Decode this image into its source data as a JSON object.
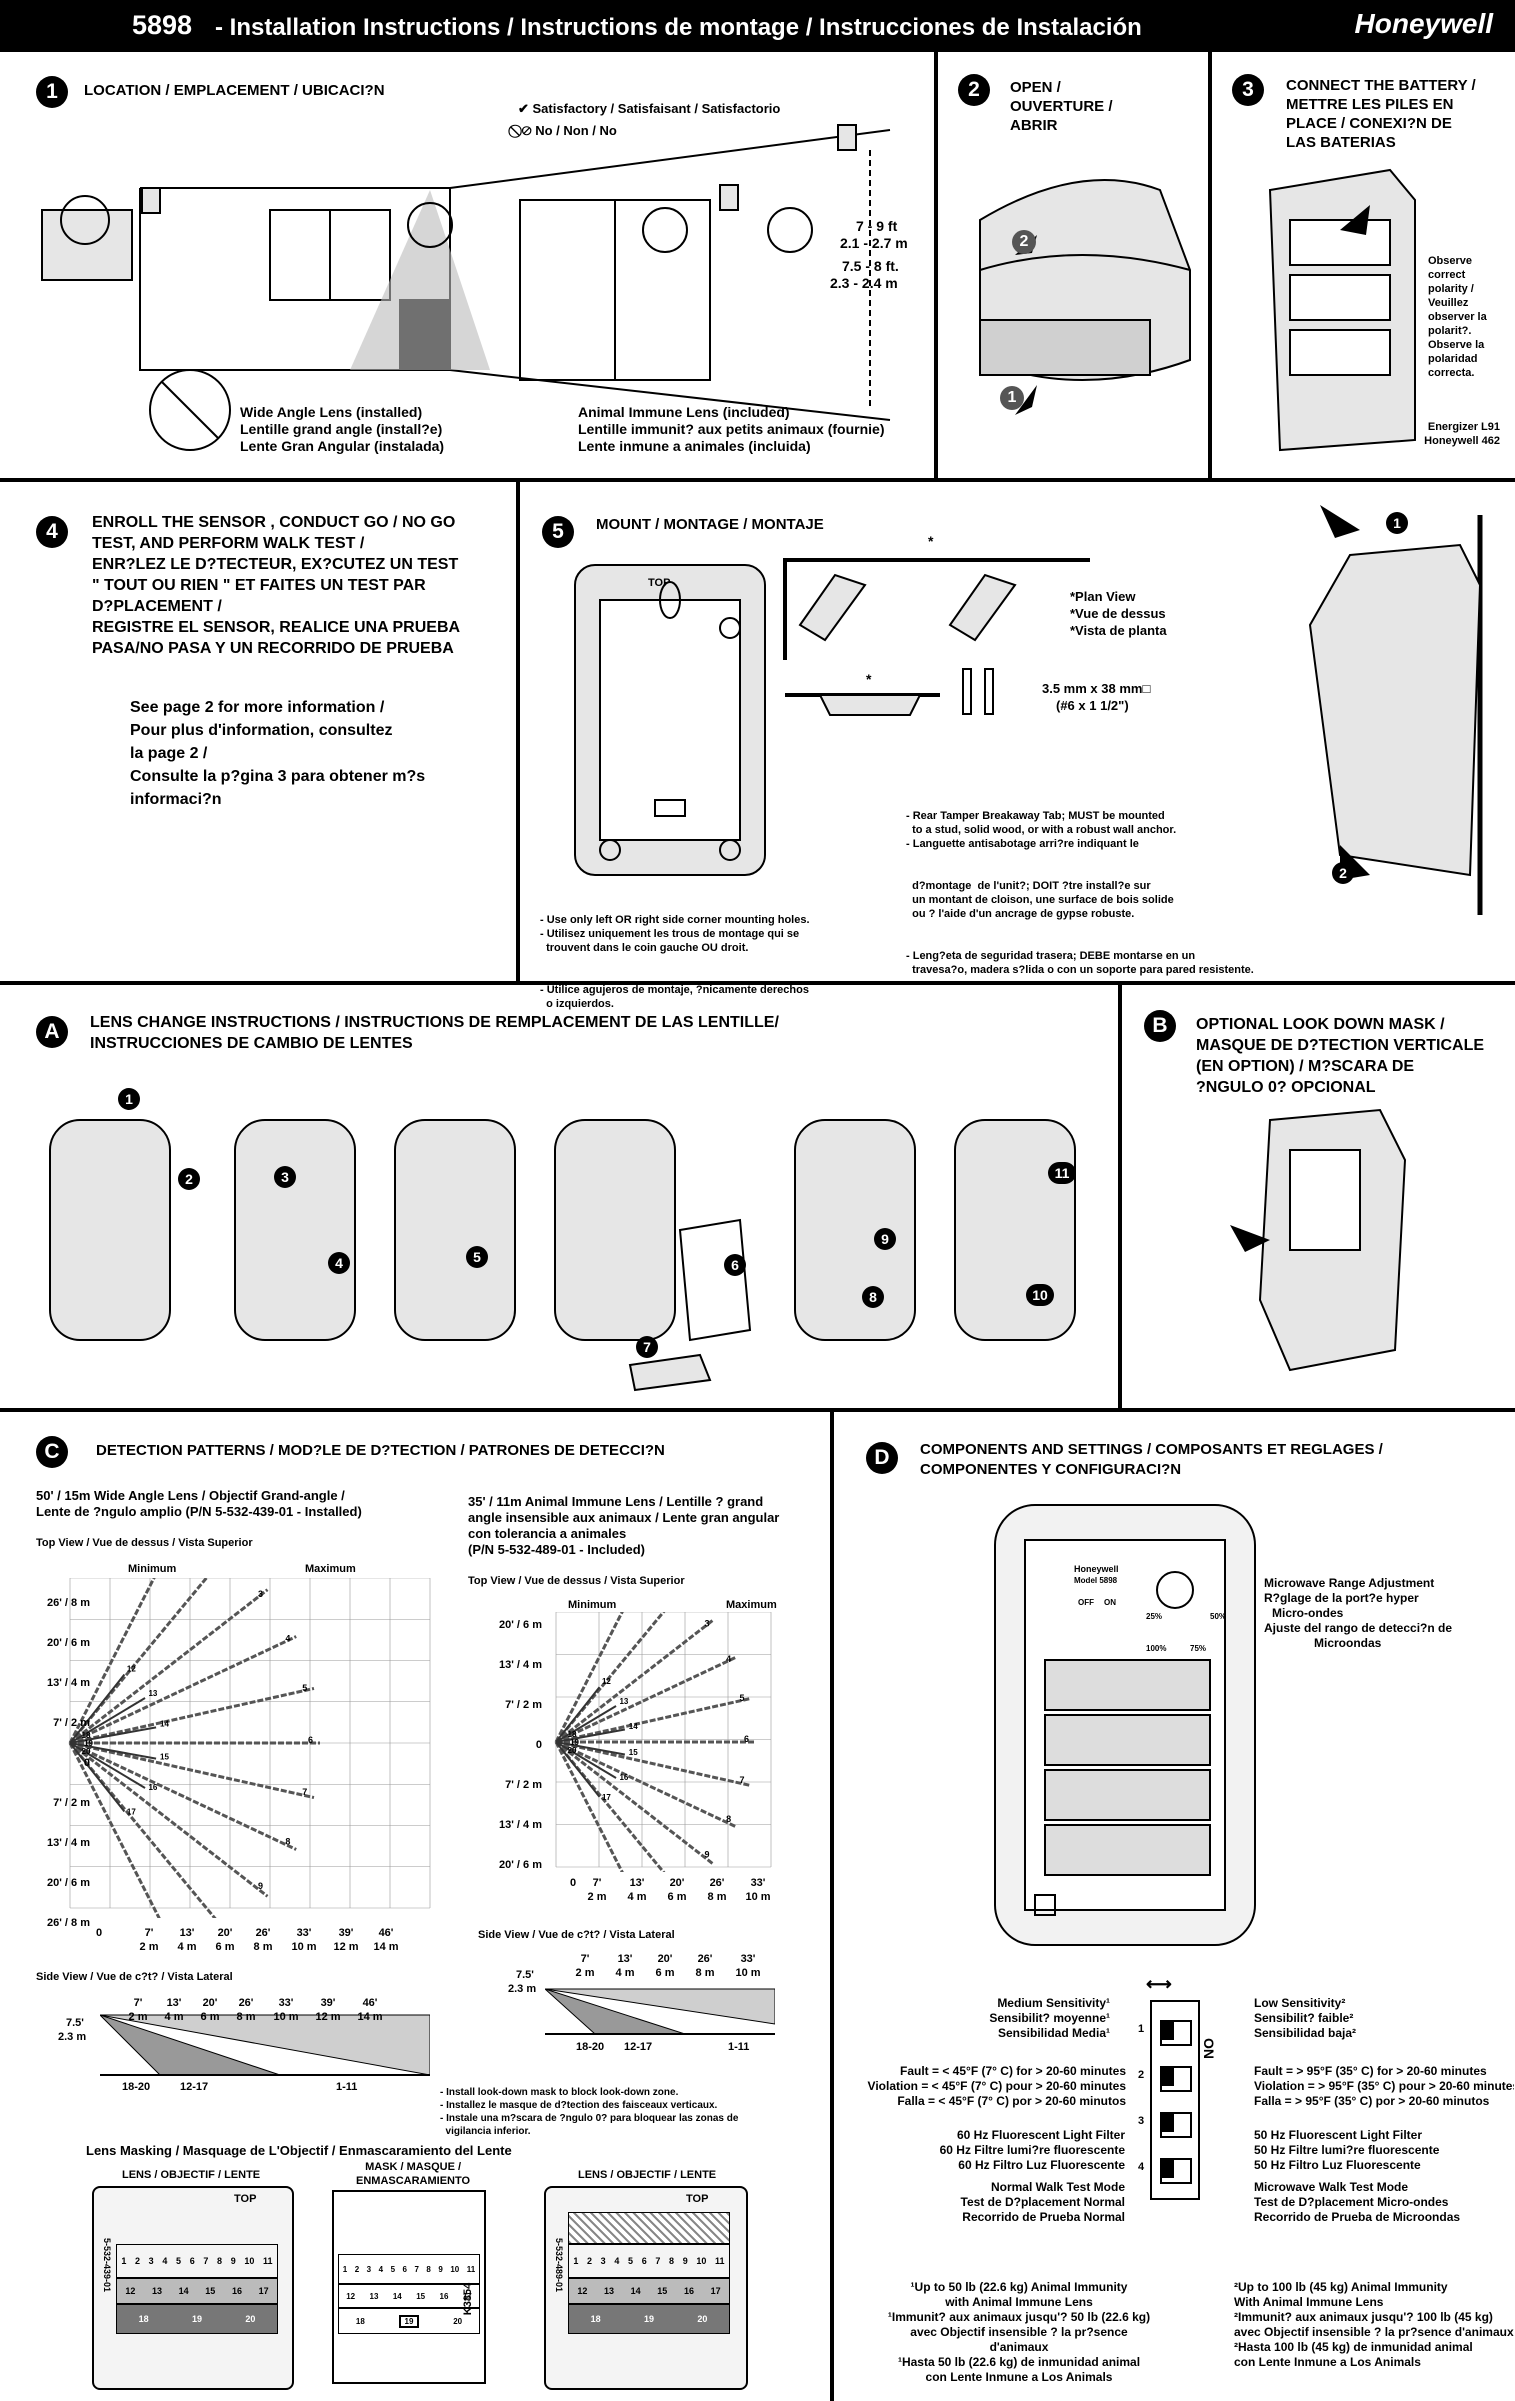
{
  "header": {
    "model": "5898",
    "title": "- Installation Instructions  /  Instructions de montage  /  Instrucciones de Instalación",
    "brand": "Honeywell"
  },
  "s1": {
    "num": "1",
    "title": "LOCATION / EMPLACEMENT / UBICACI?N",
    "legend_ok": "Satisfactory / Satisfaisant / Satisfactorio",
    "legend_no": "No / Non / No",
    "h1": "7 - 9 ft",
    "h1m": "2.1 - 2.7 m",
    "h2": "7.5 - 8 ft.",
    "h2m": "2.3 - 2.4 m",
    "wide": [
      "Wide Angle Lens (installed)",
      "Lentille grand angle (install?e)",
      "Lente Gran Angular (instalada)"
    ],
    "animal": [
      "Animal Immune Lens (included)",
      "Lentille immunit? aux petits animaux (fournie)",
      "Lente inmune a animales (incluida)"
    ]
  },
  "s2": {
    "num": "2",
    "title": [
      "OPEN /",
      "OUVERTURE /",
      "ABRIR"
    ],
    "a1": "1",
    "a2": "2"
  },
  "s3": {
    "num": "3",
    "title": [
      "CONNECT THE BATTERY /",
      "METTRE LES PILES EN",
      "PLACE / CONEXI?N DE",
      "LAS BATERIAS"
    ],
    "note": [
      "Observe",
      "correct",
      "polarity /",
      "Veuillez",
      "observer la",
      "polarit?.",
      "Observe la",
      "polaridad",
      "correcta."
    ],
    "battery": [
      "Energizer L91",
      "Honeywell 462"
    ]
  },
  "s4": {
    "num": "4",
    "title": [
      "ENROLL THE SENSOR , CONDUCT GO / NO GO",
      "TEST, AND PERFORM WALK TEST  /",
      "ENR?LEZ LE D?TECTEUR, EX?CUTEZ UN TEST",
      "\" TOUT OU RIEN \" ET FAITES UN TEST PAR",
      "D?PLACEMENT  /",
      "REGISTRE EL SENSOR, REALICE UNA PRUEBA",
      "PASA/NO PASA Y UN RECORRIDO DE PRUEBA"
    ],
    "see": [
      "See page 2 for more information /",
      "Pour plus d'information, consultez",
      "la page 2 /",
      "Consulte la p?gina 3 para obtener m?s",
      "informaci?n"
    ]
  },
  "s5": {
    "num": "5",
    "title": "MOUNT / MONTAGE / MONTAJE",
    "top": "TOP",
    "plan": [
      "*Plan View",
      "*Vue de dessus",
      "*Vista de planta"
    ],
    "screw": [
      "3.5 mm x 38 mm□",
      "(#6 x 1 1/2\")"
    ],
    "star": "*",
    "corner": [
      "- Use only left OR right side corner mounting holes.",
      "- Utilisez uniquement les trous de montage qui se",
      "  trouvent dans le coin gauche OU droit.",
      "- Utilice agujeros de montaje, ?nicamente derechos",
      "  o izquierdos."
    ],
    "tamper": [
      "- Rear Tamper Breakaway Tab; MUST be mounted",
      "  to a stud, solid wood, or with a robust wall anchor.",
      "- Languette antisabotage arri?re indiquant le",
      "  d?montage  de l'unit?; DOIT ?tre install?e sur",
      "  un montant de cloison, une surface de bois solide",
      "  ou ? l'aide d'un ancrage de gypse robuste.",
      "- Leng?eta de seguridad trasera; DEBE montarse en un",
      "  travesa?o, madera s?lida o con un soporte para pared resistente."
    ],
    "a1": "1",
    "a2": "2"
  },
  "sA": {
    "num": "A",
    "title": [
      "LENS CHANGE INSTRUCTIONS / INSTRUCTIONS DE REMPLACEMENT DE LAS LENTILLE/",
      "INSTRUCCIONES DE CAMBIO DE LENTES"
    ],
    "steps": [
      "1",
      "2",
      "3",
      "4",
      "5",
      "6",
      "7",
      "8",
      "9",
      "10",
      "11"
    ]
  },
  "sB": {
    "num": "B",
    "title": [
      "OPTIONAL LOOK DOWN MASK  /",
      "MASQUE DE D?TECTION VERTICALE",
      "(EN OPTION)  /  M?SCARA DE",
      "?NGULO 0? OPCIONAL"
    ]
  },
  "sC": {
    "num": "C",
    "title": "DETECTION PATTERNS / MOD?LE DE D?TECTION / PATRONES DE DETECCI?N",
    "wide_title": [
      "50' / 15m Wide Angle Lens /  Objectif Grand-angle  /",
      "Lente de ?ngulo amplio   (P/N 5-532-439-01 - Installed)"
    ],
    "top_view": "Top View / Vue de dessus / Vista Superior",
    "side_view": "Side View / Vue de c?t? / Vista Lateral",
    "minimum": "Minimum",
    "maximum": "Maximum",
    "wide_y": [
      "26' / 8 m",
      "20' / 6 m",
      "13' / 4 m",
      "7' / 2 m",
      "0",
      "7' / 2 m",
      "13' / 4 m",
      "20' / 6 m",
      "26' / 8 m"
    ],
    "wide_x_ft": [
      "7'",
      "13'",
      "20'",
      "26'",
      "33'",
      "39'",
      "46'"
    ],
    "wide_x_m": [
      "2 m",
      "4 m",
      "6 m",
      "8 m",
      "10 m",
      "12 m",
      "14 m"
    ],
    "wide_x0": "0",
    "wide_zones": [
      "1",
      "2",
      "3",
      "4",
      "5",
      "6",
      "7",
      "8",
      "9",
      "10",
      "11",
      "12",
      "13",
      "14",
      "15",
      "16",
      "17",
      "18",
      "19",
      "20"
    ],
    "wide_side_h": [
      "7.5'",
      "2.3 m"
    ],
    "wide_side_zones": [
      "18-20",
      "12-17",
      "1-11"
    ],
    "animal_title": [
      "35' / 11m Animal Immune Lens / Lentille ? grand",
      "angle insensible aux animaux / Lente gran angular",
      "con tolerancia a animales",
      "(P/N 5-532-489-01 - Included)"
    ],
    "animal_y": [
      "20' / 6 m",
      "13' / 4 m",
      "7' / 2 m",
      "0",
      "7' / 2 m",
      "13' / 4 m",
      "20' / 6 m"
    ],
    "animal_x_ft": [
      "7'",
      "13'",
      "20'",
      "26'",
      "33'"
    ],
    "animal_x_m": [
      "2 m",
      "4 m",
      "6 m",
      "8 m",
      "10 m"
    ],
    "animal_x0": "0",
    "animal_zones": [
      "1",
      "2",
      "3",
      "4",
      "5",
      "6",
      "7",
      "8",
      "9",
      "10",
      "11",
      "12",
      "13",
      "14",
      "15",
      "16",
      "17",
      "18",
      "19",
      "20"
    ],
    "animal_side_h": [
      "7.5'",
      "2.3 m"
    ],
    "animal_side_zones": [
      "18-20",
      "12-17",
      "1-11"
    ],
    "lookdown": [
      "- Install look-down mask to block look-down zone.",
      "- Installez le masque de d?tection des faisceaux verticaux.",
      "- Instale una m?scara de ?ngulo 0? para bloquear las zonas de",
      "  vigilancia inferior."
    ],
    "masking_title": "Lens Masking / Masquage de L'Objectif / Enmascaramiento del Lente",
    "lens_label": "LENS / OBJECTIF / LENTE",
    "mask_label": [
      "MASK / MASQUE /",
      "ENMASCARAMIENTO"
    ],
    "top": "TOP",
    "pn_left": "5-532-439-01",
    "pn_right": "5-532-489-01",
    "k": "K3854",
    "m_row1": [
      "1",
      "2",
      "3",
      "4",
      "5",
      "6",
      "7",
      "8",
      "9",
      "10",
      "11"
    ],
    "m_row2": [
      "12",
      "13",
      "14",
      "15",
      "16",
      "17"
    ],
    "m_row3": [
      "18",
      "19",
      "20"
    ]
  },
  "sD": {
    "num": "D",
    "title": [
      "COMPONENTS AND SETTINGS / COMPOSANTS ET REGLAGES /",
      "COMPONENTES Y CONFIGURACI?N"
    ],
    "mw": [
      "Microwave Range Adjustment",
      "R?glage de la port?e hyper",
      "Micro-ondes",
      "Ajuste del rango de detecci?n de",
      "Microondas"
    ],
    "pct": [
      "25%",
      "100%",
      "75%",
      "50%"
    ],
    "board": [
      "Honeywell",
      "Model 5898",
      "OFF",
      "ON"
    ],
    "left": [
      [
        "Medium Sensitivity¹",
        "Sensibilit? moyenne¹",
        "Sensibilidad Media¹"
      ],
      [
        "Fault = < 45°F (7° C) for > 20-60 minutes",
        "Violation = < 45°F (7° C) pour > 20-60 minutes",
        "Falla = < 45°F (7° C) por > 20-60 minutos"
      ],
      [
        "60 Hz Fluorescent Light Filter",
        "60 Hz Filtre lumi?re fluorescente",
        "60 Hz Filtro Luz Fluorescente"
      ],
      [
        "Normal Walk Test Mode",
        "Test de D?placement Normal",
        "Recorrido de Prueba Normal"
      ]
    ],
    "right": [
      [
        "Low Sensitivity²",
        "Sensibilit? faible²",
        "Sensibilidad baja²"
      ],
      [
        "Fault = > 95°F (35° C) for > 20-60 minutes",
        "Violation = > 95°F (35° C) pour > 20-60 minutes",
        "Falla = > 95°F (35° C) por > 20-60 minutos"
      ],
      [
        "50 Hz Fluorescent Light Filter",
        "50 Hz Filtre lumi?re fluorescente",
        "50 Hz Filtro Luz Fluorescente"
      ],
      [
        "Microwave Walk Test Mode",
        "Test de D?placement Micro-ondes",
        "Recorrido de Prueba de Microondas"
      ]
    ],
    "on": "ON",
    "sw": [
      "1",
      "2",
      "3",
      "4"
    ],
    "foot1": [
      "¹Up to 50 lb (22.6 kg) Animal Immunity",
      "with Animal Immune Lens",
      "¹Immunit? aux animaux jusqu'? 50 lb (22.6 kg)",
      "avec Objectif insensible ? la pr?sence d'animaux",
      "¹Hasta 50 lb (22.6 kg) de inmunidad animal",
      "con Lente Inmune a Los Animals"
    ],
    "foot2": [
      "²Up to 100 lb (45 kg) Animal Immunity",
      "With Animal Immune Lens",
      "²Immunit? aux animaux jusqu'? 100 lb (45 kg)",
      "avec Objectif insensible ? la pr?sence d'animaux",
      "²Hasta 100 lb (45 kg) de inmunidad animal",
      "con Lente Inmune a Los Animals"
    ]
  }
}
